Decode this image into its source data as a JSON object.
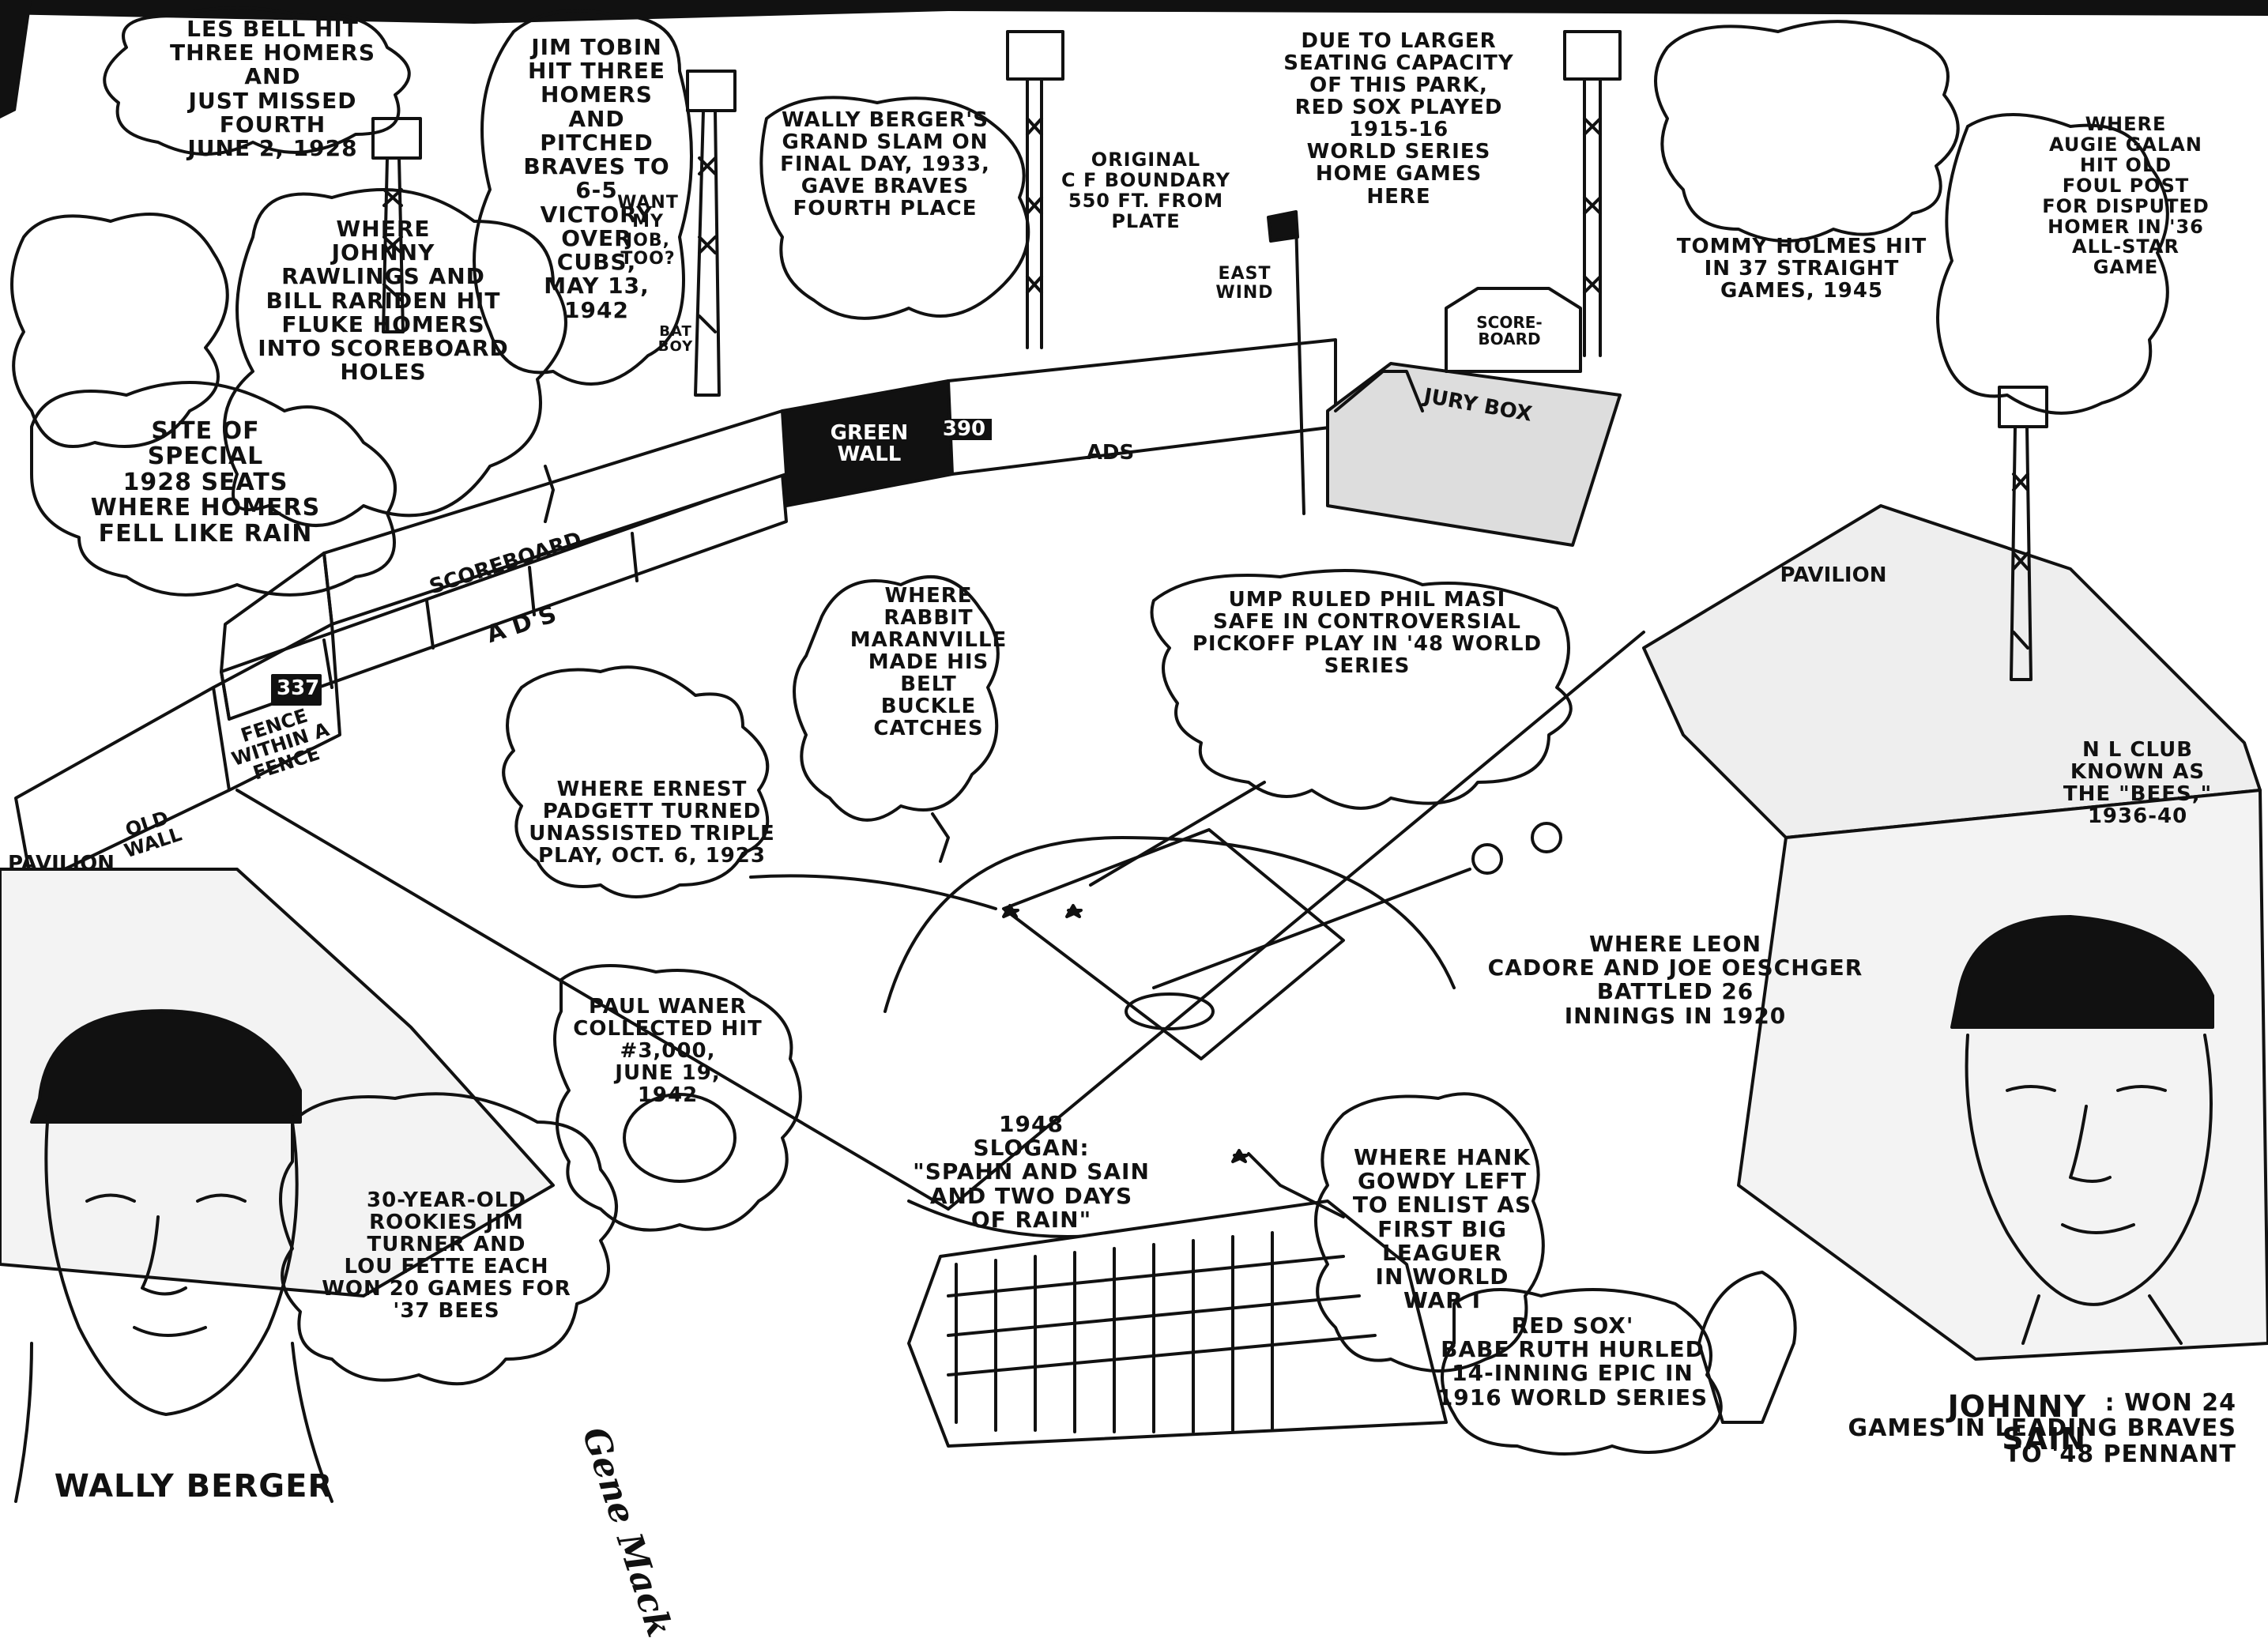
{
  "captions": {
    "les_bell": "LES BELL HIT\nTHREE HOMERS AND\nJUST MISSED FOURTH\nJUNE 2, 1928",
    "jim_tobin": "JIM TOBIN\nHIT THREE\nHOMERS AND\nPITCHED\nBRAVES TO\n6-5 VICTORY\nOVER CUBS,\nMAY 13,\n1942",
    "want_job": "WANT\nMY\nJOB,\nTOO?",
    "bat_boy": "BAT\nBOY",
    "rawlings": "WHERE\nJOHNNY\nRAWLINGS AND\nBILL RARIDEN HIT\nFLUKE HOMERS\nINTO SCOREBOARD\nHOLES",
    "special_seats": "SITE OF\nSPECIAL\n1928 SEATS\nWHERE HOMERS\nFELL LIKE RAIN",
    "berger_slam": "WALLY BERGER'S\nGRAND SLAM ON\nFINAL DAY, 1933,\nGAVE BRAVES\nFOURTH PLACE",
    "cf_boundary": "ORIGINAL\nC F BOUNDARY\n550 FT. FROM\nPLATE",
    "east_wind": "EAST\nWIND",
    "seating": "DUE TO LARGER\nSEATING CAPACITY\nOF THIS PARK,\nRED SOX PLAYED\n1915-16\nWORLD SERIES\nHOME GAMES\nHERE",
    "holmes": "TOMMY HOLMES HIT\nIN 37 STRAIGHT\nGAMES, 1945",
    "galan": "WHERE\nAUGIE GALAN\nHIT OLD\nFOUL POST\nFOR DISPUTED\nHOMER IN '36\nALL-STAR\nGAME",
    "scoreboard_small": "SCORE-\nBOARD",
    "jury_box": "JURY BOX",
    "green_wall": "GREEN\nWALL",
    "dist_390": "390",
    "ads_cf": "ADS",
    "scoreboard_lf": "SCOREBOARD",
    "ads_lf": "A D S",
    "dist_337": "337",
    "fence_within": "FENCE\nWITHIN A\nFENCE",
    "old_wall": "OLD\nWALL",
    "pavilion_left": "PAVILION",
    "pavilion_right": "PAVILION",
    "maranville": "WHERE\nRABBIT\nMARANVILLE\nMADE HIS\nBELT\nBUCKLE\nCATCHES",
    "masi": "UMP RULED PHIL MASI\nSAFE IN CONTROVERSIAL\nPICKOFF PLAY IN '48 WORLD\nSERIES",
    "padgett": "WHERE ERNEST\nPADGETT TURNED\nUNASSISTED TRIPLE\nPLAY, OCT. 6, 1923",
    "bees": "N L CLUB\nKNOWN AS\nTHE \"BEES,\"\n1936-40",
    "cadore": "WHERE LEON\nCADORE AND JOE OESCHGER\nBATTLED 26\nINNINGS IN 1920",
    "waner": "PAUL WANER\nCOLLECTED HIT\n#3,000,\nJUNE 19,\n1942",
    "slogan": "1948\nSLOGAN:\n\"SPAHN AND SAIN\nAND TWO DAYS\nOF RAIN\"",
    "gowdy": "WHERE HANK\nGOWDY LEFT\nTO ENLIST AS\nFIRST BIG\nLEAGUER\nIN WORLD\nWAR I",
    "turner_fette": "30-YEAR-OLD\nROOKIES JIM\nTURNER AND\nLOU FETTE EACH\nWON 20 GAMES FOR\n'37 BEES",
    "babe_ruth": "RED SOX'\nBABE RUTH HURLED\n14-INNING EPIC IN\n1916 WORLD SERIES",
    "sain_name": "JOHNNY SAIN",
    "sain_desc": ": WON 24\nGAMES IN LEADING BRAVES\nTO '48 PENNANT",
    "wally_berger": "WALLY BERGER",
    "signature": "Gene Mack"
  }
}
